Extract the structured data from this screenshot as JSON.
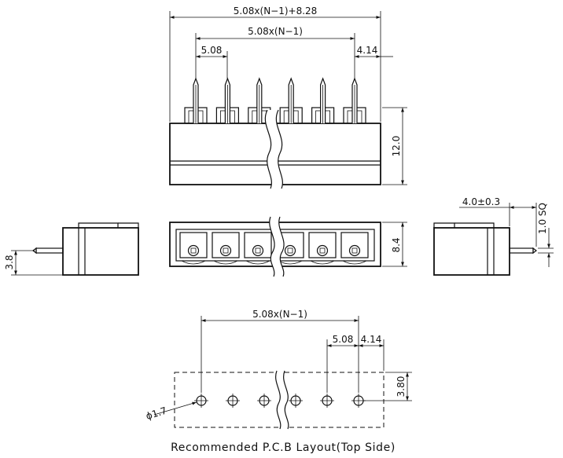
{
  "dimensions": {
    "overall_length": "5.08x(N−1)+8.28",
    "pitch_span": "5.08x(N−1)",
    "pitch": "5.08",
    "edge_offset": "4.14",
    "height": "12.0",
    "side_pin_height": "3.8",
    "front_depth": "8.4",
    "pin_offset": "4.0±0.3",
    "pin_square": "1.0 SQ",
    "pcb_span": "5.08x(N−1)",
    "pcb_pitch": "5.08",
    "pcb_edge": "4.14",
    "pcb_row_offset": "3.80",
    "hole_diameter": "ϕ1.7"
  },
  "caption": "Recommended P.C.B Layout(Top Side)",
  "pin_count_drawn": 6
}
